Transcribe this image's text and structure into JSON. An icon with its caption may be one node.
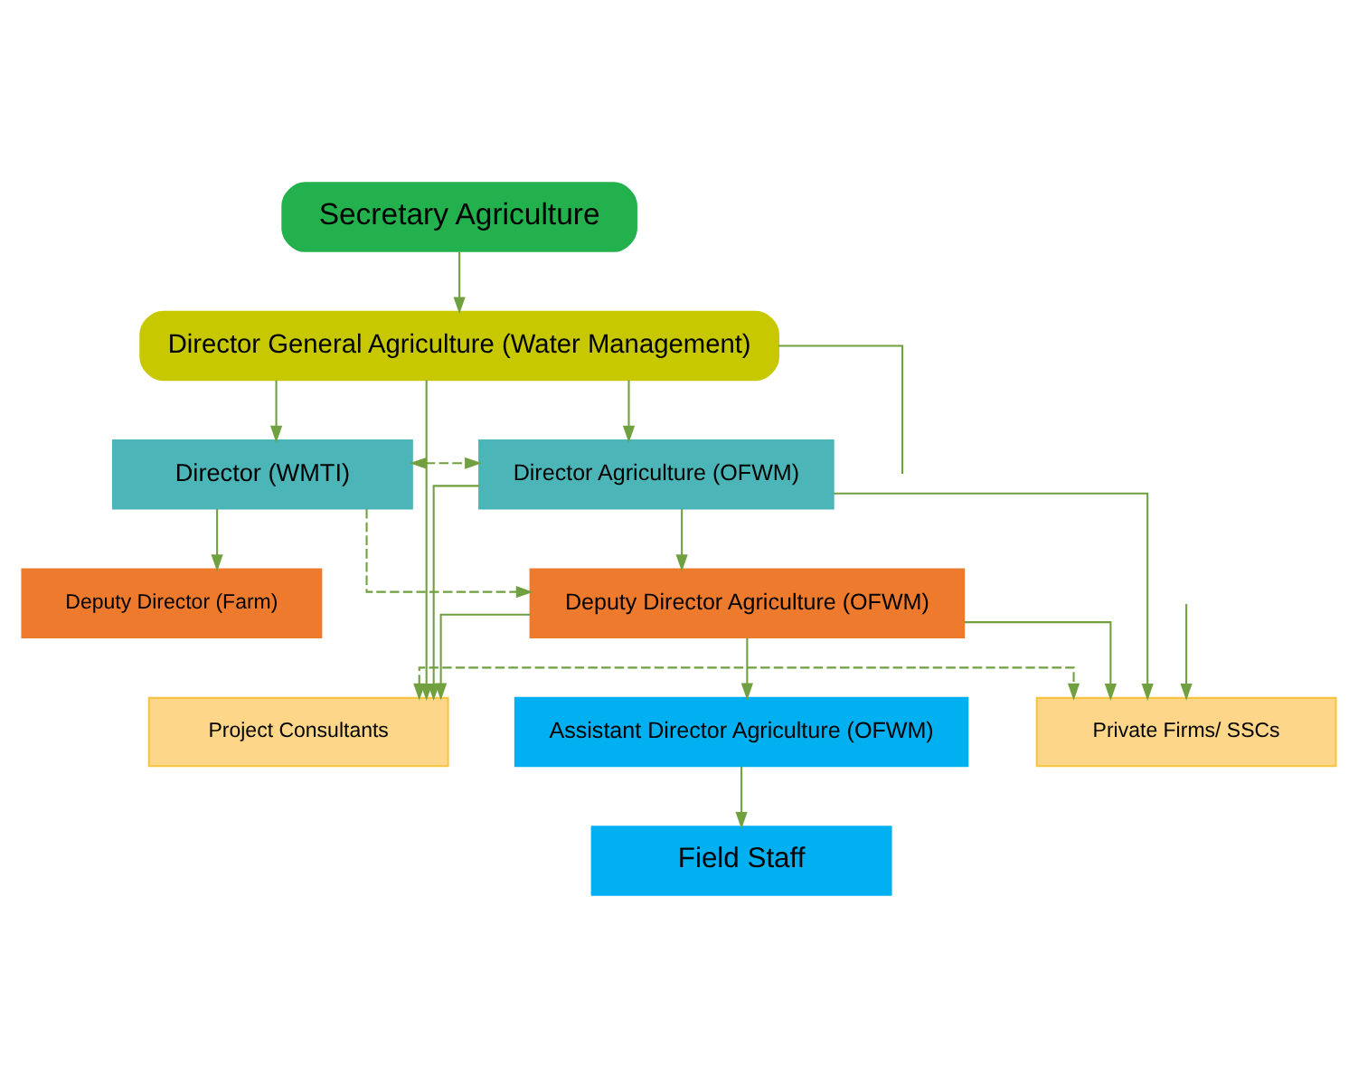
{
  "diagram": {
    "nodes": [
      {
        "text": [
          "Secretary Agriculture"
        ]
      },
      {
        "text": [
          "Director General Agriculture (Water Management)"
        ]
      },
      {
        "text": [
          "Director (WMTI)"
        ]
      },
      {
        "text": [
          "Director Agriculture (OFWM)"
        ]
      },
      {
        "text": [
          "Deputy Director (Farm)"
        ]
      },
      {
        "text": [
          "Deputy Director Agriculture (OFWM)"
        ]
      },
      {
        "text": [
          "Project Consultants"
        ]
      },
      {
        "text": [
          "Private Firms/ SSCs"
        ]
      },
      {
        "text": [
          "Assistant Director Agriculture (OFWM)"
        ]
      },
      {
        "text": [
          "Field Staff"
        ]
      }
    ],
    "edges": [
      {
        "from": 0,
        "to": 1,
        "arrow": "to"
      },
      {
        "from": 1,
        "to": 2,
        "arrow": "to"
      },
      {
        "from": 1,
        "to": 3,
        "arrow": "to"
      },
      {
        "from": 1,
        "to": 6,
        "arrow": "to"
      },
      {
        "from": 1,
        "to": null,
        "arrow": "none"
      },
      {
        "from": 2,
        "to": 3,
        "arrow": "both",
        "style": "dashed"
      },
      {
        "from": 2,
        "to": 4,
        "arrow": "to"
      },
      {
        "from": 2,
        "to": 5,
        "arrow": "to",
        "style": "dashed"
      },
      {
        "from": 3,
        "to": 5,
        "arrow": "to"
      },
      {
        "from": 3,
        "to": 6,
        "arrow": "to"
      },
      {
        "from": 3,
        "to": 7,
        "arrow": "to"
      },
      {
        "from": 5,
        "to": 7,
        "arrow": "to"
      },
      {
        "from": 5,
        "to": 6,
        "arrow": "to"
      },
      {
        "from": 6,
        "to": 7,
        "arrow": "both",
        "style": "dashed"
      },
      {
        "from": 5,
        "to": 8,
        "arrow": "to"
      },
      {
        "from": 8,
        "to": 9,
        "arrow": "to"
      },
      {
        "from": null,
        "to": 7,
        "arrow": "to"
      }
    ]
  }
}
